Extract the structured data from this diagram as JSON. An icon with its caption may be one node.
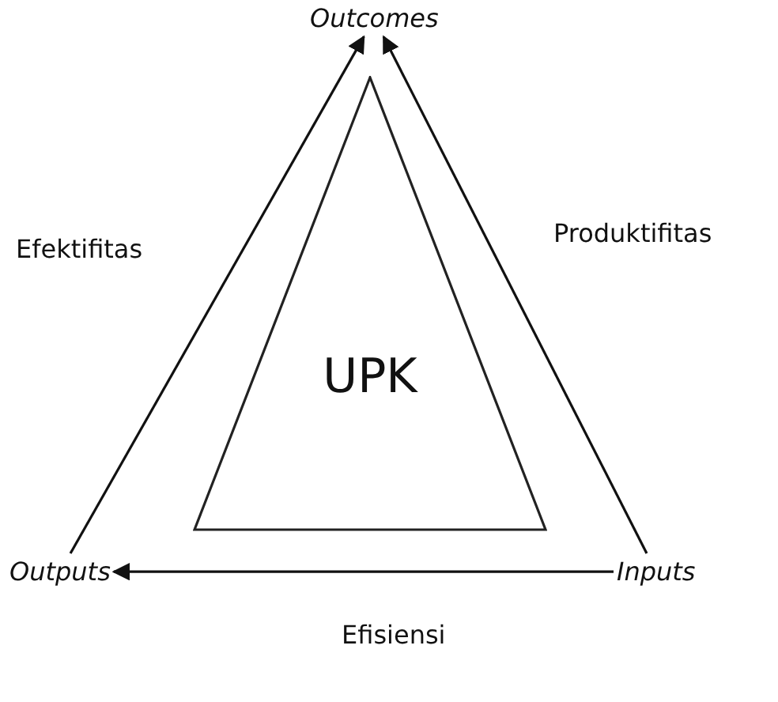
{
  "diagram": {
    "nodes": [
      {
        "text": [
          "Outcomes"
        ]
      },
      {
        "text": [
          "Outputs"
        ]
      },
      {
        "text": [
          "Inputs"
        ]
      },
      {
        "text": [
          "UPK"
        ]
      }
    ],
    "edges": [
      {
        "from": 1,
        "to": 0,
        "arrow": "to",
        "label": "Efektifitas"
      },
      {
        "from": 2,
        "to": 0,
        "arrow": "to",
        "label": "Produktifitas"
      },
      {
        "from": 2,
        "to": 1,
        "arrow": "to",
        "label": "Efisiensi"
      }
    ]
  }
}
